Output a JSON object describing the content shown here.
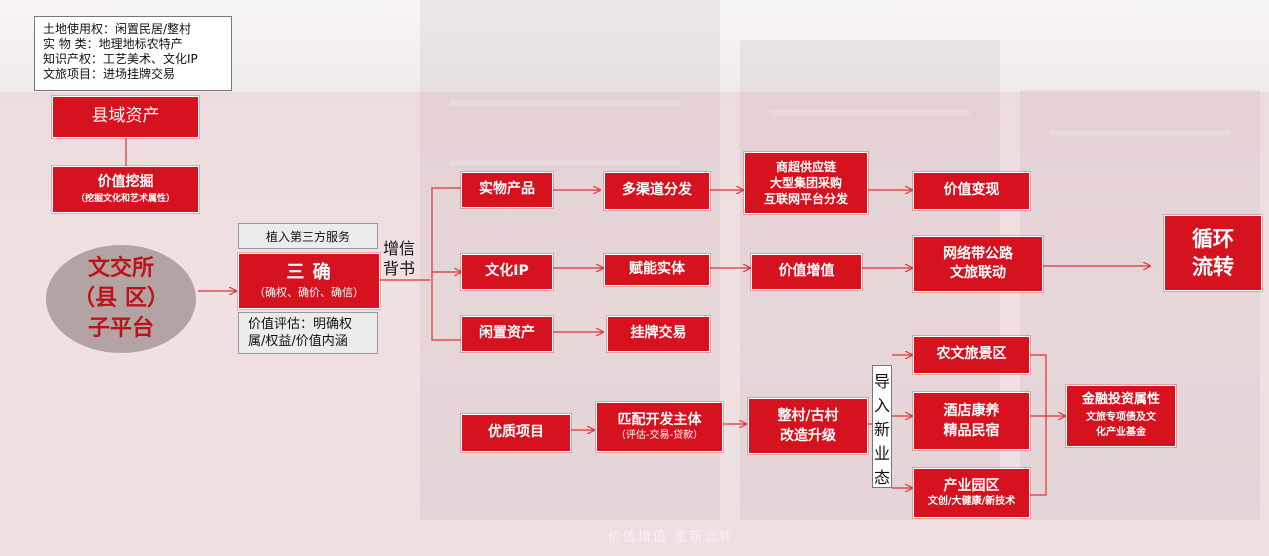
{
  "colors": {
    "accent_red": "#d6121f",
    "circle_gray": "#b3a3a3",
    "line_red": "#d33"
  },
  "note": {
    "lines": [
      "土地使用权：闲置民居/整村",
      "实  物  类：地理地标农特产",
      "知识产权：工艺美术、文化IP",
      "文旅项目：进场挂牌交易"
    ]
  },
  "left": {
    "county_assets": "县域资产",
    "value_mining": "价值挖掘",
    "value_mining_sub": "（挖掘文化和艺术属性）",
    "platform_lines": [
      "文交所",
      "（县 区）",
      "子平台"
    ]
  },
  "center": {
    "third_party": "植入第三方服务",
    "three_confirm": "三  确",
    "three_confirm_sub": "（确权、确价、确信）",
    "valuation_lines": [
      "价值评估：明确权",
      "属/权益/价值内涵"
    ],
    "credit_lines": [
      "增信",
      "背书"
    ]
  },
  "flow": {
    "physical_product": "实物产品",
    "multi_channel": "多渠道分发",
    "channels": [
      "商超供应链",
      "大型集团采购",
      "互联网平台分发"
    ],
    "value_realize": "价值变现",
    "culture_ip": "文化IP",
    "empower": "赋能实体",
    "value_add": "价值增值",
    "network_lines": [
      "网络带公路",
      "文旅联动"
    ],
    "cycle_lines": [
      "循环",
      "流转"
    ],
    "idle_assets": "闲置资产",
    "listing": "挂牌交易",
    "quality_project": "优质项目",
    "match_dev": "匹配开发主体",
    "match_dev_sub": "（评估-交易-贷款）",
    "village_lines": [
      "整村/古村",
      "改造升级"
    ],
    "new_format_chars": [
      "导",
      "入",
      "新",
      "业",
      "态"
    ],
    "agri_scenic": "农文旅景区",
    "hotel_lines": [
      "酒店康养",
      "精品民宿"
    ],
    "industrial_park": "产业园区",
    "industrial_park_sub": "文创/大健康/新技术",
    "finance": "金融投资属性",
    "finance_sub_lines": [
      "文旅专项债及文",
      "化产业基金"
    ]
  },
  "footer": {
    "caption": "价值增值  重新流转"
  }
}
